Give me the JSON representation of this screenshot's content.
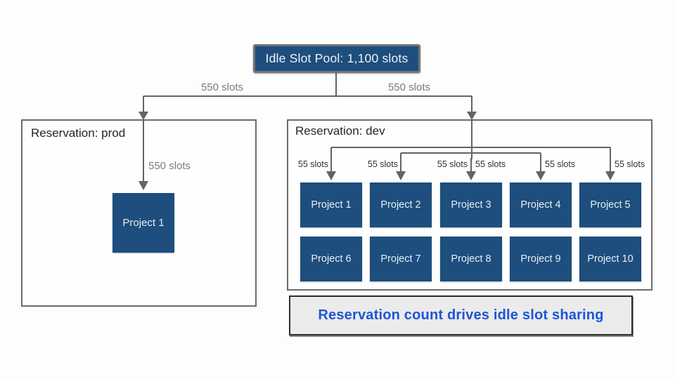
{
  "pool": {
    "label": "Idle Slot Pool: 1,100 slots"
  },
  "branch": {
    "left_label": "550 slots",
    "right_label": "550 slots"
  },
  "prod": {
    "title": "Reservation: prod",
    "arrow_label": "550 slots",
    "projects": [
      "Project 1"
    ]
  },
  "dev": {
    "title": "Reservation: dev",
    "arrow_labels": [
      "55 slots",
      "55 slots",
      "55 slots",
      "55 slots",
      "55 slots",
      "55 slots"
    ],
    "projects": [
      "Project 1",
      "Project 2",
      "Project 3",
      "Project 4",
      "Project 5",
      "Project 6",
      "Project 7",
      "Project 8",
      "Project 9",
      "Project 10"
    ]
  },
  "caption": {
    "text": "Reservation count drives idle slot sharing"
  },
  "colors": {
    "node_fill": "#1d4e7d",
    "node_text": "#e8eef5",
    "connector": "#646464",
    "reservation_border": "#6b6b6b",
    "label_gray": "#7a7a7a",
    "label_dark": "#2f2f2f",
    "caption_bg": "#ebebeb",
    "caption_border": "#2e2e2e",
    "caption_text": "#1c55d8",
    "background": "#fdfdfd"
  }
}
